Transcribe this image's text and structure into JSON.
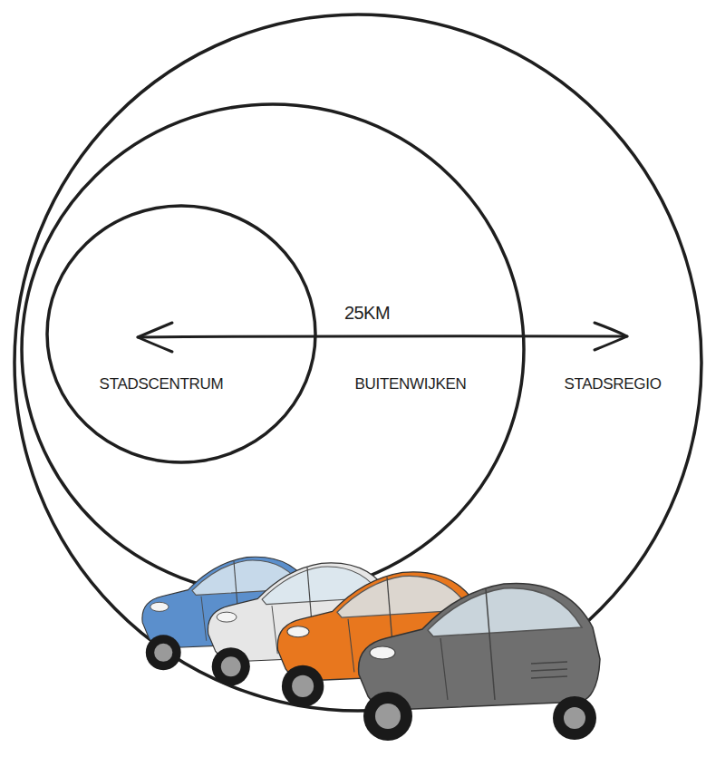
{
  "diagram": {
    "nodes": [
      {
        "text": [
          "STADSREGIO"
        ]
      },
      {
        "text": [
          "BUITENWIJKEN"
        ],
        "in": 0
      },
      {
        "text": [
          "STADSCENTRUM"
        ],
        "in": 1
      }
    ],
    "labels": [
      "25KM"
    ]
  }
}
